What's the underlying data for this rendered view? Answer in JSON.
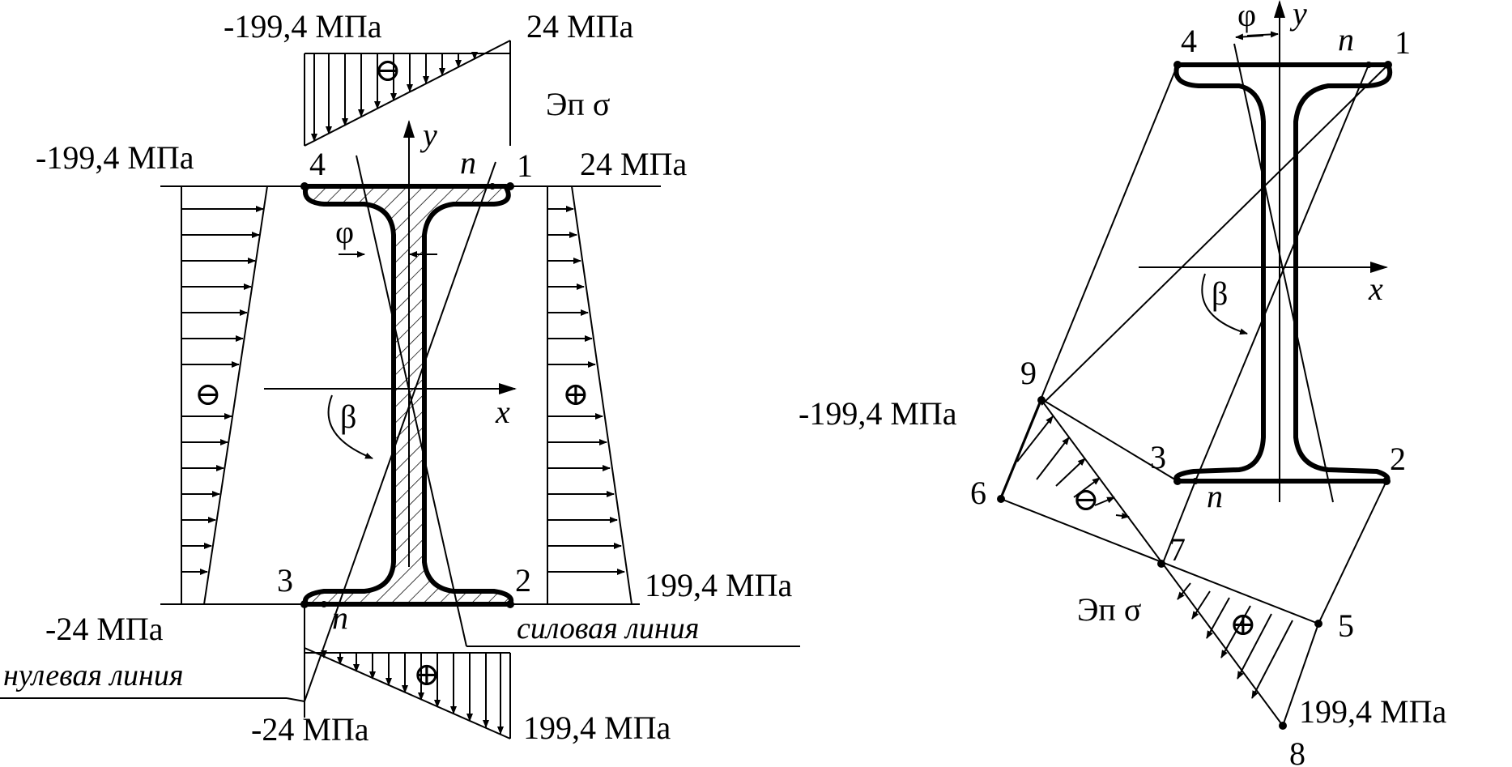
{
  "left": {
    "top_epure": {
      "value_left": "-199,4 МПа",
      "value_right": "24 МПа",
      "title": "Эп σ",
      "sign": "⊖"
    },
    "left_epure": {
      "value_top": "-199,4 МПа",
      "value_bottom": "-24 МПа",
      "sign": "⊖"
    },
    "right_epure": {
      "value_top": "24 МПа",
      "value_bottom": "199,4 МПа",
      "sign": "⊕"
    },
    "bottom_epure": {
      "value_left": "-24 МПа",
      "value_right": "199,4 МПа",
      "sign": "⊕"
    },
    "section": {
      "axis_x": "x",
      "axis_y": "y",
      "angle_phi": "φ",
      "angle_beta": "β",
      "points": [
        "1",
        "2",
        "3",
        "4"
      ],
      "neutral_mark_top": "n",
      "neutral_mark_bottom": "n"
    },
    "labels": {
      "neutral_line": "нулевая линия",
      "force_line": "силовая линия"
    }
  },
  "right": {
    "section": {
      "axis_x": "x",
      "axis_y": "y",
      "angle_phi": "φ",
      "angle_beta": "β",
      "points": [
        "1",
        "2",
        "3",
        "4"
      ],
      "neutral_mark_top": "n",
      "neutral_mark_bottom": "n"
    },
    "epure": {
      "title": "Эп σ",
      "value_min": "-199,4 МПа",
      "value_max": "199,4 МПа",
      "points": [
        "5",
        "6",
        "7",
        "8",
        "9"
      ],
      "sign_neg": "⊖",
      "sign_pos": "⊕"
    }
  }
}
